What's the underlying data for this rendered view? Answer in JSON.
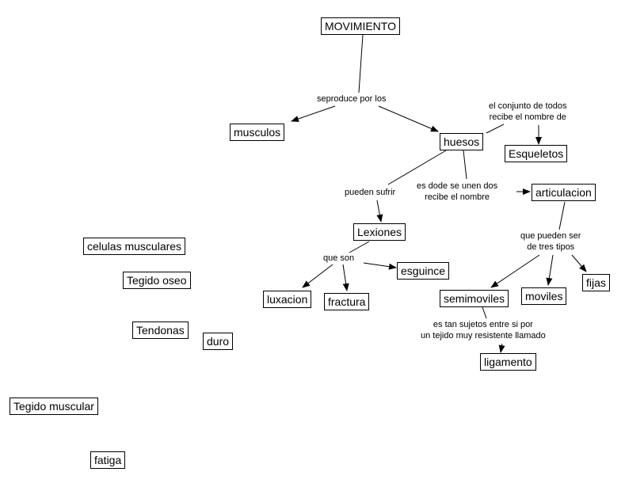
{
  "concepts": {
    "movimiento": "MOVIMIENTO",
    "musculos": "musculos",
    "huesos": "huesos",
    "esqueletos": "Esqueletos",
    "articulacion": "articulacion",
    "lexiones": "Lexiones",
    "esguince": "esguince",
    "luxacion": "luxacion",
    "fractura": "fractura",
    "semimoviles": "semimoviles",
    "moviles": "moviles",
    "fijas": "fijas",
    "ligamento": "ligamento",
    "celulas_musculares": "celulas musculares",
    "tegido_oseo": "Tegido oseo",
    "tendonas": "Tendonas",
    "duro": "duro",
    "tegido_muscular": "Tegido muscular",
    "fatiga": "fatiga"
  },
  "links": {
    "seproduce": "seproduce por los",
    "conjunto_1": "el conjunto de todos",
    "conjunto_2": "recibe el nombre de",
    "pueden_sufrir": "pueden sufrir",
    "dode_1": "es  dode se unen dos",
    "dode_2": "recibe el nombre",
    "que_son": "que son",
    "tipos_1": "que pueden ser",
    "tipos_2": "de tres tipos",
    "sujetos_1": "es tan sujetos entre si por",
    "sujetos_2": "un tejido muy resistente llamado"
  }
}
